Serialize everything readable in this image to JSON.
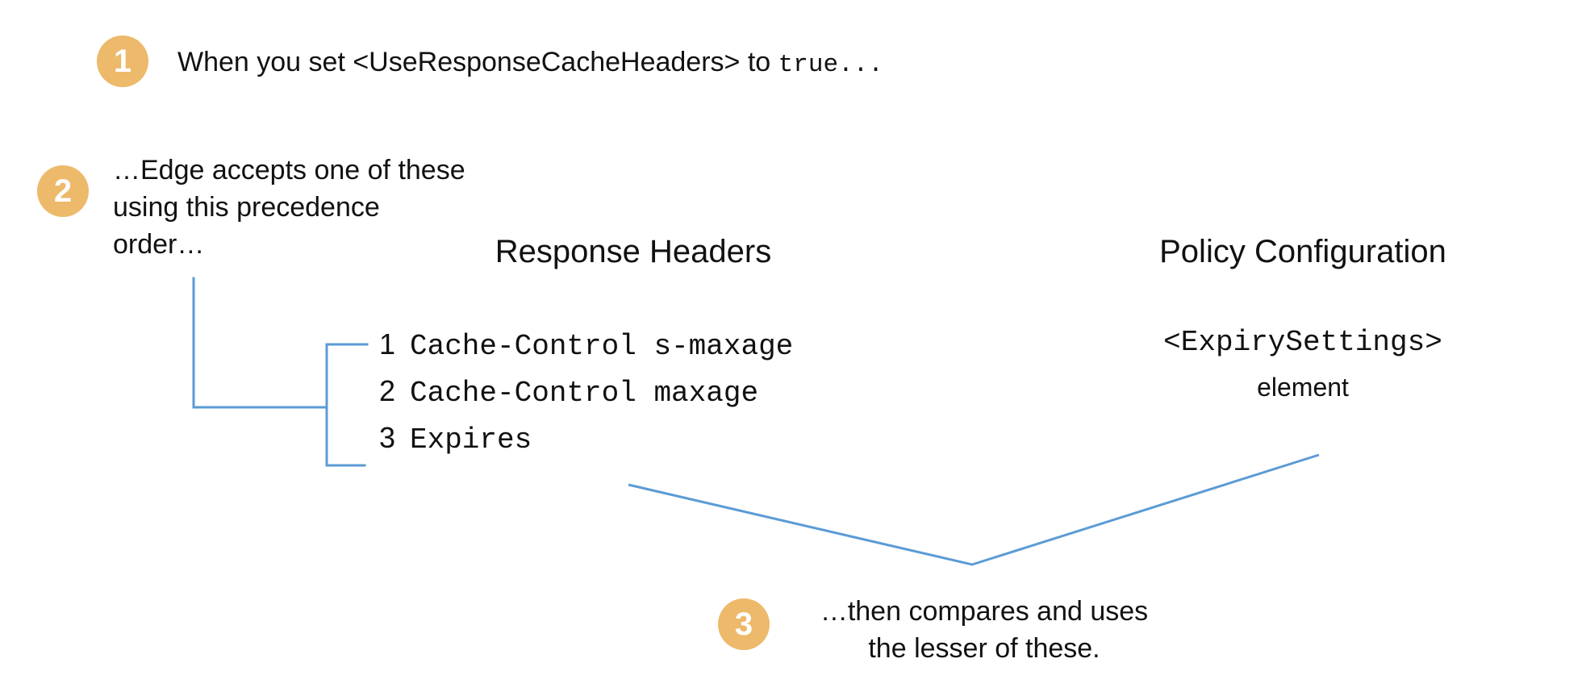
{
  "theme": {
    "background": "#ffffff",
    "badge_fill": "#edb96a",
    "badge_text": "#ffffff",
    "connector_stroke": "#5b9bd5",
    "text_color": "#111111"
  },
  "steps": [
    {
      "number": "1",
      "text_plain": "When you set <UseResponseCacheHeaders> to ",
      "text_mono": "true..."
    },
    {
      "number": "2",
      "text": "…Edge accepts one of these\nusing this precedence\norder…"
    },
    {
      "number": "3",
      "text": "…then compares and uses\nthe lesser of these."
    }
  ],
  "columns": {
    "response_headers": {
      "heading": "Response Headers",
      "items": [
        {
          "number": "1",
          "label": "Cache-Control s-maxage"
        },
        {
          "number": "2",
          "label": "Cache-Control maxage"
        },
        {
          "number": "3",
          "label": "Expires"
        }
      ]
    },
    "policy_configuration": {
      "heading": "Policy Configuration",
      "element_name": "<ExpirySettings>",
      "element_kind": "element"
    }
  },
  "connectors": {
    "precedence_feed": "vertical drop from step-2 text into list bracket",
    "list_bracket": "square bracket grouping the three response headers",
    "compare_v": "V shape joining response-header list and policy element to step 3"
  }
}
